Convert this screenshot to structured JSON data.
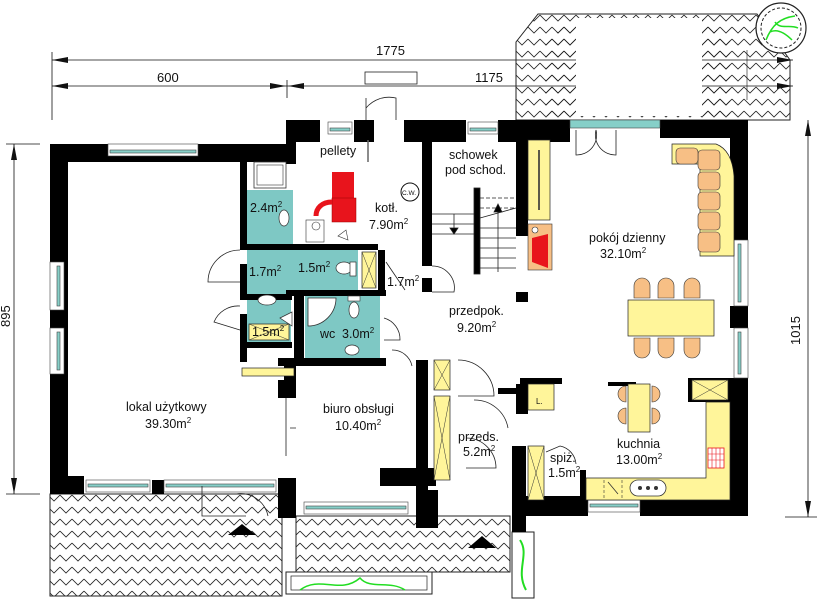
{
  "plan": {
    "type": "ground floor plan",
    "dimensions": {
      "total_width": "1775",
      "left_width": "600",
      "right_width": "1175",
      "left_height": "895",
      "right_height": "1015"
    },
    "rooms": [
      {
        "id": "lokal",
        "name": "lokal użytkowy",
        "area": "39.30m",
        "sup": "2"
      },
      {
        "id": "biuro",
        "name": "biuro obsługi",
        "area": "10.40m",
        "sup": "2"
      },
      {
        "id": "kotl",
        "name": "kotł.",
        "area": "7.90m",
        "sup": "2"
      },
      {
        "id": "schowek",
        "name": "schowek",
        "name2": "pod schod."
      },
      {
        "id": "przedpok",
        "name": "przedpok.",
        "area": "9.20m",
        "sup": "2"
      },
      {
        "id": "przeds",
        "name": "przeds.",
        "area": "5.2m",
        "sup": "2"
      },
      {
        "id": "pokoj",
        "name": "pokój dzienny",
        "area": "32.10m",
        "sup": "2"
      },
      {
        "id": "kuchnia",
        "name": "kuchnia",
        "area": "13.00m",
        "sup": "2"
      },
      {
        "id": "spiz",
        "name": "spiż.",
        "area": "1.5m",
        "sup": "2"
      },
      {
        "id": "wc",
        "name": "wc",
        "area": "3.0m",
        "sup": "2"
      },
      {
        "id": "bath24",
        "area": "2.4m",
        "sup": "2"
      },
      {
        "id": "bath17a",
        "area": "1.7m",
        "sup": "2"
      },
      {
        "id": "bath15a",
        "area": "1.5m",
        "sup": "2"
      },
      {
        "id": "bath15b",
        "area": "1.5m",
        "sup": "2"
      },
      {
        "id": "hall17",
        "area": "1.7m",
        "sup": "2"
      }
    ],
    "annotations": {
      "pellets": "pellety",
      "boiler_tag": "C.W.",
      "fridge_tag": "L."
    },
    "colors": {
      "wall": "#000000",
      "wet_room": "#7ec8c4",
      "furniture_yellow": "#fff59a",
      "furniture_orange": "#f7bf85",
      "boiler_red": "#e8141c",
      "plants_green": "#22dd22"
    }
  }
}
